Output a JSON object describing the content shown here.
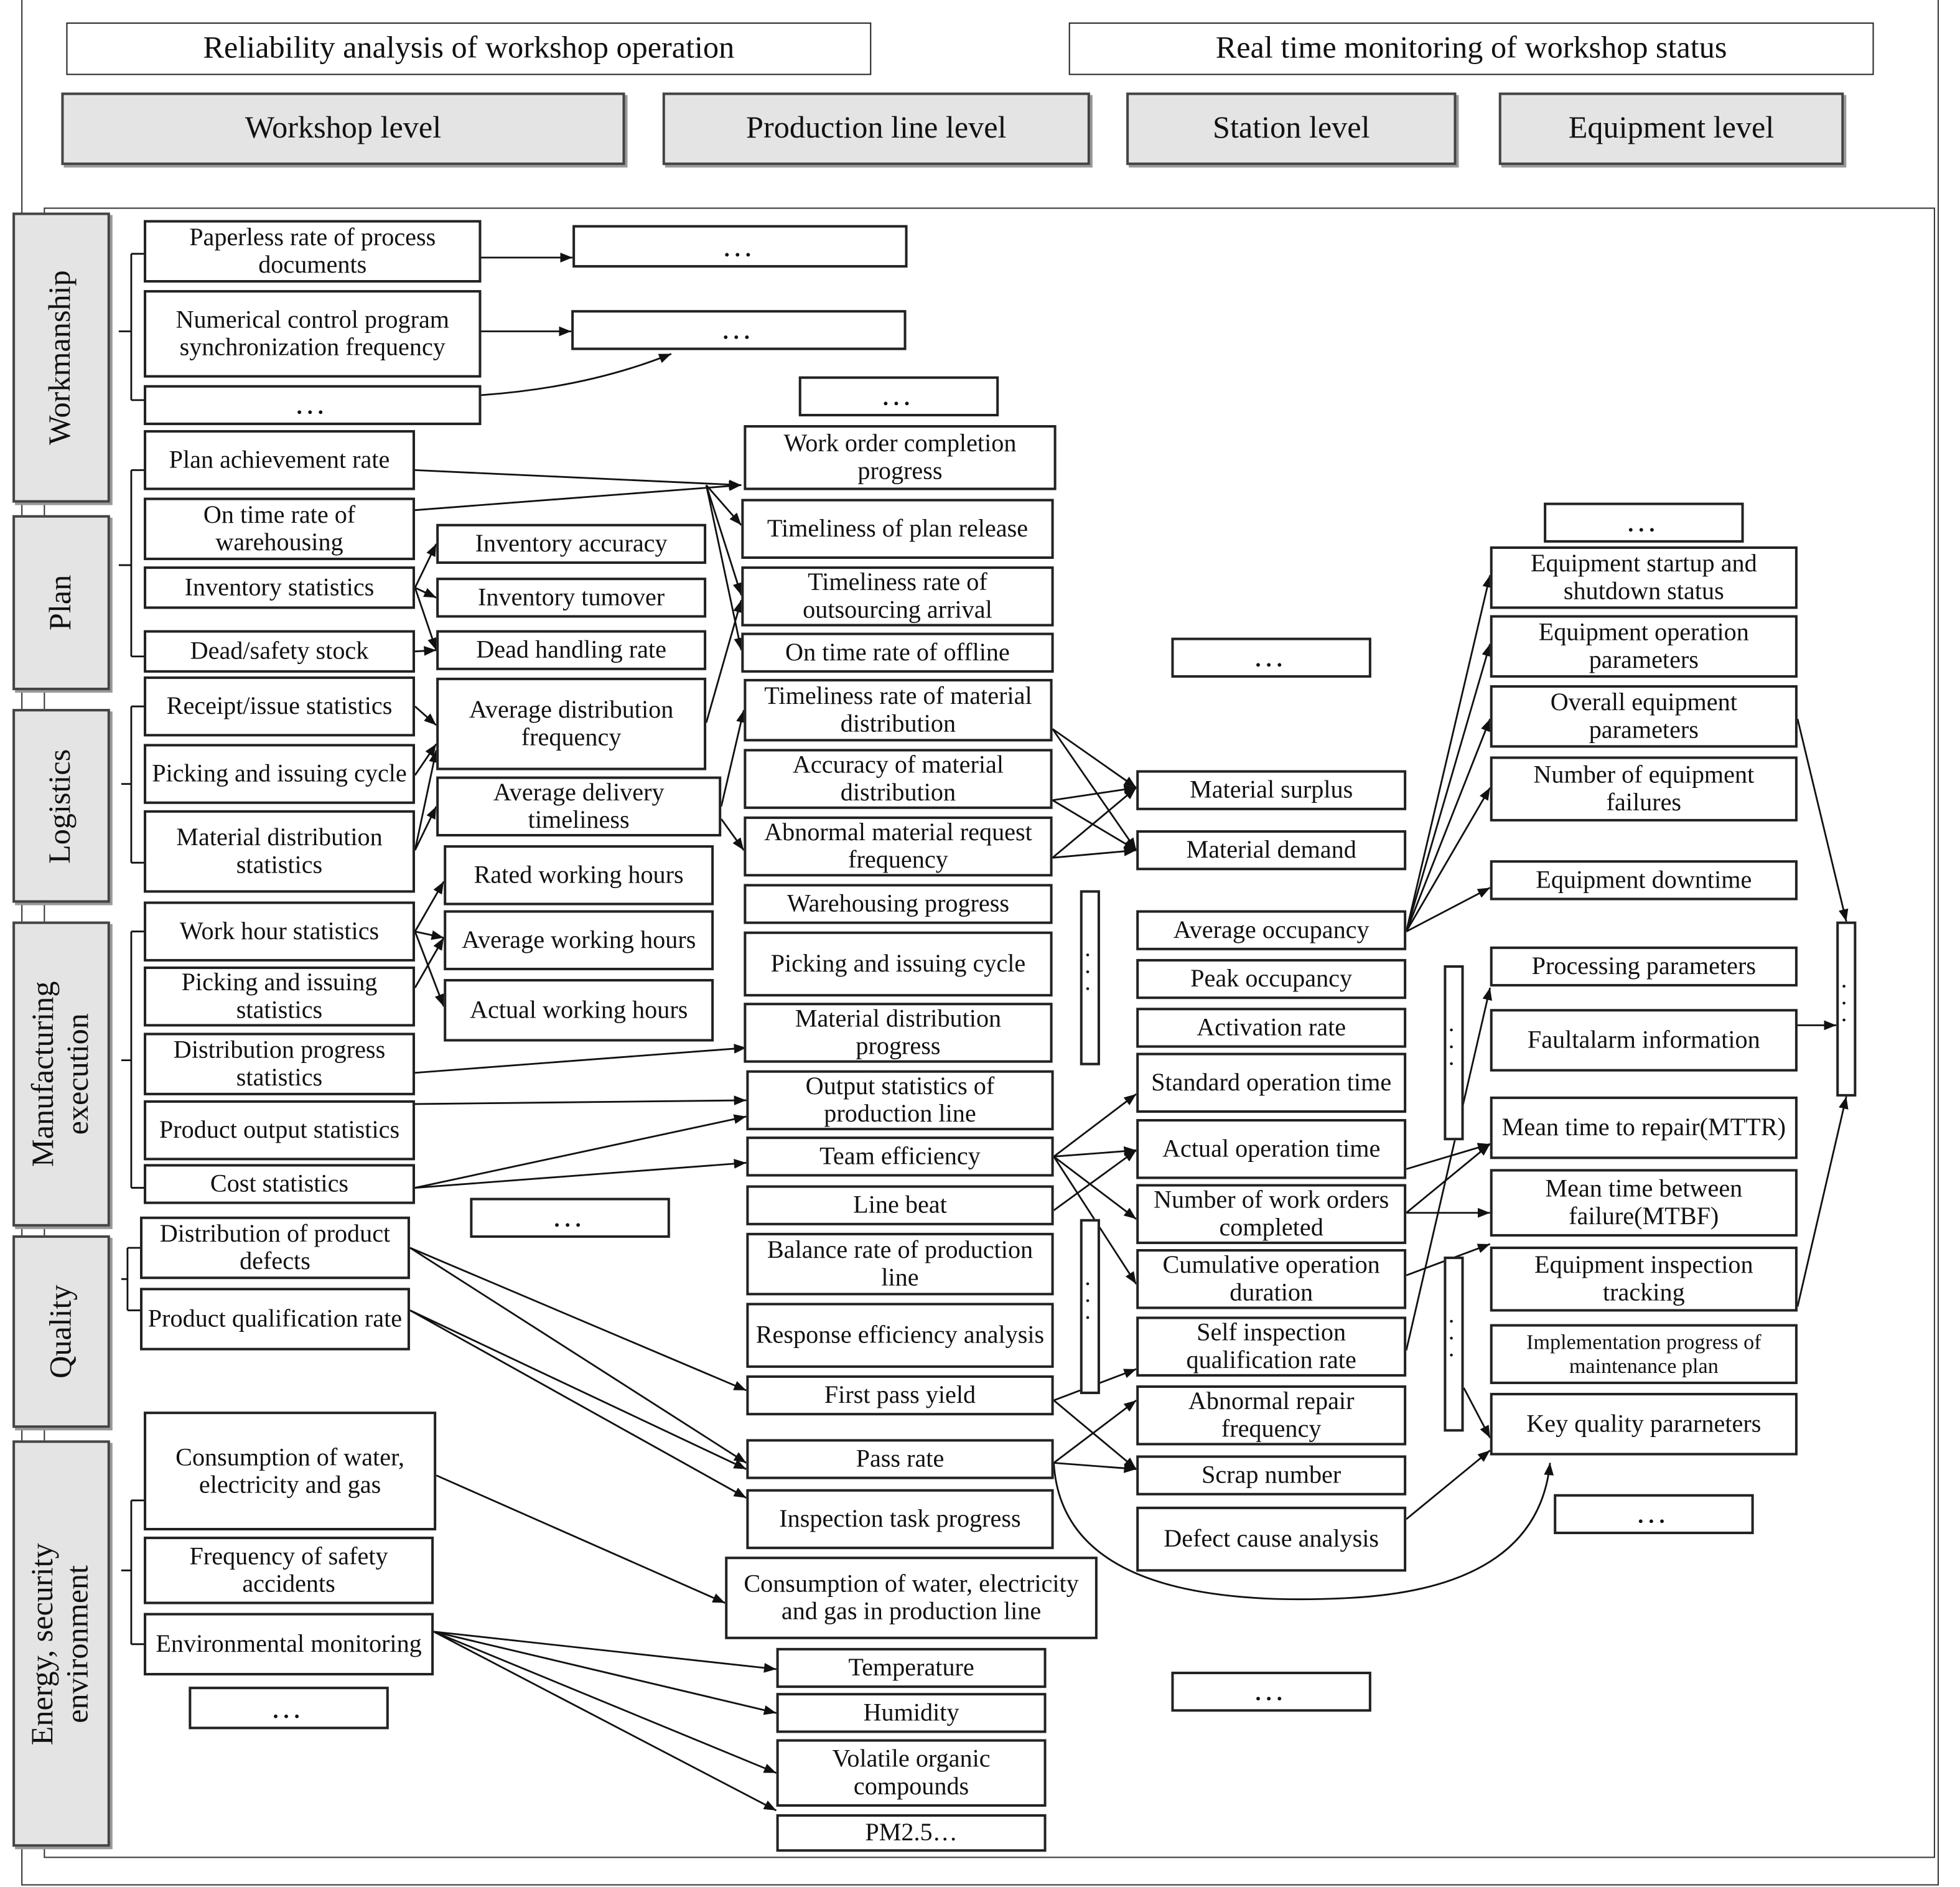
{
  "header": {
    "reliability": "Reliability analysis of workshop operation",
    "monitoring": "Real time monitoring of workshop status"
  },
  "levels": {
    "workshop": "Workshop level",
    "line": "Production line level",
    "station": "Station level",
    "equipment": "Equipment level"
  },
  "categories": {
    "workmanship": "Workmanship",
    "plan": "Plan",
    "logistics": "Logistics",
    "manufacturing": "Manufacturing\nexecution",
    "quality": "Quality",
    "energy": "Energy, security\nenvironment"
  },
  "ellipsis": "...",
  "boxes": {
    "paperless": "Paperless rate of process documents",
    "nc_sync": "Numerical control program synchronization frequency",
    "plan_achievement": "Plan achievement rate",
    "ontime_warehousing": "On time rate of warehousing",
    "inventory_statistics": "Inventory statistics",
    "dead_safety_stock": "Dead/safety stock",
    "receipt_issue": "Receipt/issue statistics",
    "picking_issuing_cycle_1": "Picking and issuing cycle",
    "material_distribution_stats": "Material distribution statistics",
    "work_hour_stats": "Work hour statistics",
    "picking_issuing_stats": "Picking and issuing statistics",
    "distribution_progress_stats": "Distribution progress statistics",
    "product_output_stats": "Product output statistics",
    "cost_stats": "Cost statistics",
    "defect_distribution": "Distribution of product defects",
    "qualification_rate": "Product qualification rate",
    "consumption": "Consumption of water, electricity and gas",
    "safety_accidents": "Frequency of safety accidents",
    "env_monitoring": "Environmental monitoring",
    "inventory_accuracy": "Inventory accuracy",
    "inventory_turnover": "Inventory tumover",
    "dead_handling": "Dead handling rate",
    "avg_distribution_freq": "Average distribution frequency",
    "avg_delivery_timeliness": "Average delivery timeliness",
    "rated_hours": "Rated working hours",
    "avg_hours": "Average working hours",
    "actual_hours": "Actual working hours",
    "work_order_progress": "Work order completion progress",
    "plan_release": "Timeliness of plan release",
    "outsourcing_arrival": "Timeliness rate of outsourcing arrival",
    "ontime_offline": "On time rate of offline",
    "material_dist_timeliness": "Timeliness rate of material distribution",
    "material_dist_accuracy": "Accuracy of material distribution",
    "abnormal_request": "Abnormal material request frequency",
    "warehousing_progress": "Warehousing progress",
    "picking_issuing_cycle_2": "Picking and issuing cycle",
    "material_dist_progress": "Material distribution progress",
    "output_line": "Output statistics of production line",
    "team_efficiency": "Team efficiency",
    "line_beat": "Line beat",
    "balance_rate": "Balance rate of production line",
    "response_efficiency": "Response efficiency analysis",
    "first_pass_yield": "First pass yield",
    "pass_rate": "Pass rate",
    "inspection_progress": "Inspection task progress",
    "consumption_line": "Consumption of water, electricity and gas in production line",
    "temperature": "Temperature",
    "humidity": "Humidity",
    "voc": "Volatile organic compounds",
    "pm25": "PM2.5…",
    "material_surplus": "Material surplus",
    "material_demand": "Material demand",
    "avg_occupancy": "Average occupancy",
    "peak_occupancy": "Peak occupancy",
    "activation_rate": "Activation rate",
    "standard_op_time": "Standard operation time",
    "actual_op_time": "Actual operation time",
    "work_orders_completed": "Number of work orders completed",
    "cumulative_duration": "Cumulative operation duration",
    "self_inspection": "Self inspection qualification rate",
    "abnormal_repair": "Abnormal repair frequency",
    "scrap_number": "Scrap number",
    "defect_cause": "Defect cause analysis",
    "startup_status": "Equipment startup and shutdown status",
    "operation_params": "Equipment operation parameters",
    "overall_params": "Overall equipment parameters",
    "failures": "Number of equipment failures",
    "downtime": "Equipment downtime",
    "processing_params": "Processing parameters",
    "fault_alarm": "Faultalarm information",
    "mttr": "Mean time to repair(MTTR)",
    "mtbf": "Mean time between failure(MTBF)",
    "inspection_tracking": "Equipment inspection tracking",
    "maintenance_plan": "Implementation progress of maintenance plan",
    "key_quality": "Key quality pararneters"
  }
}
